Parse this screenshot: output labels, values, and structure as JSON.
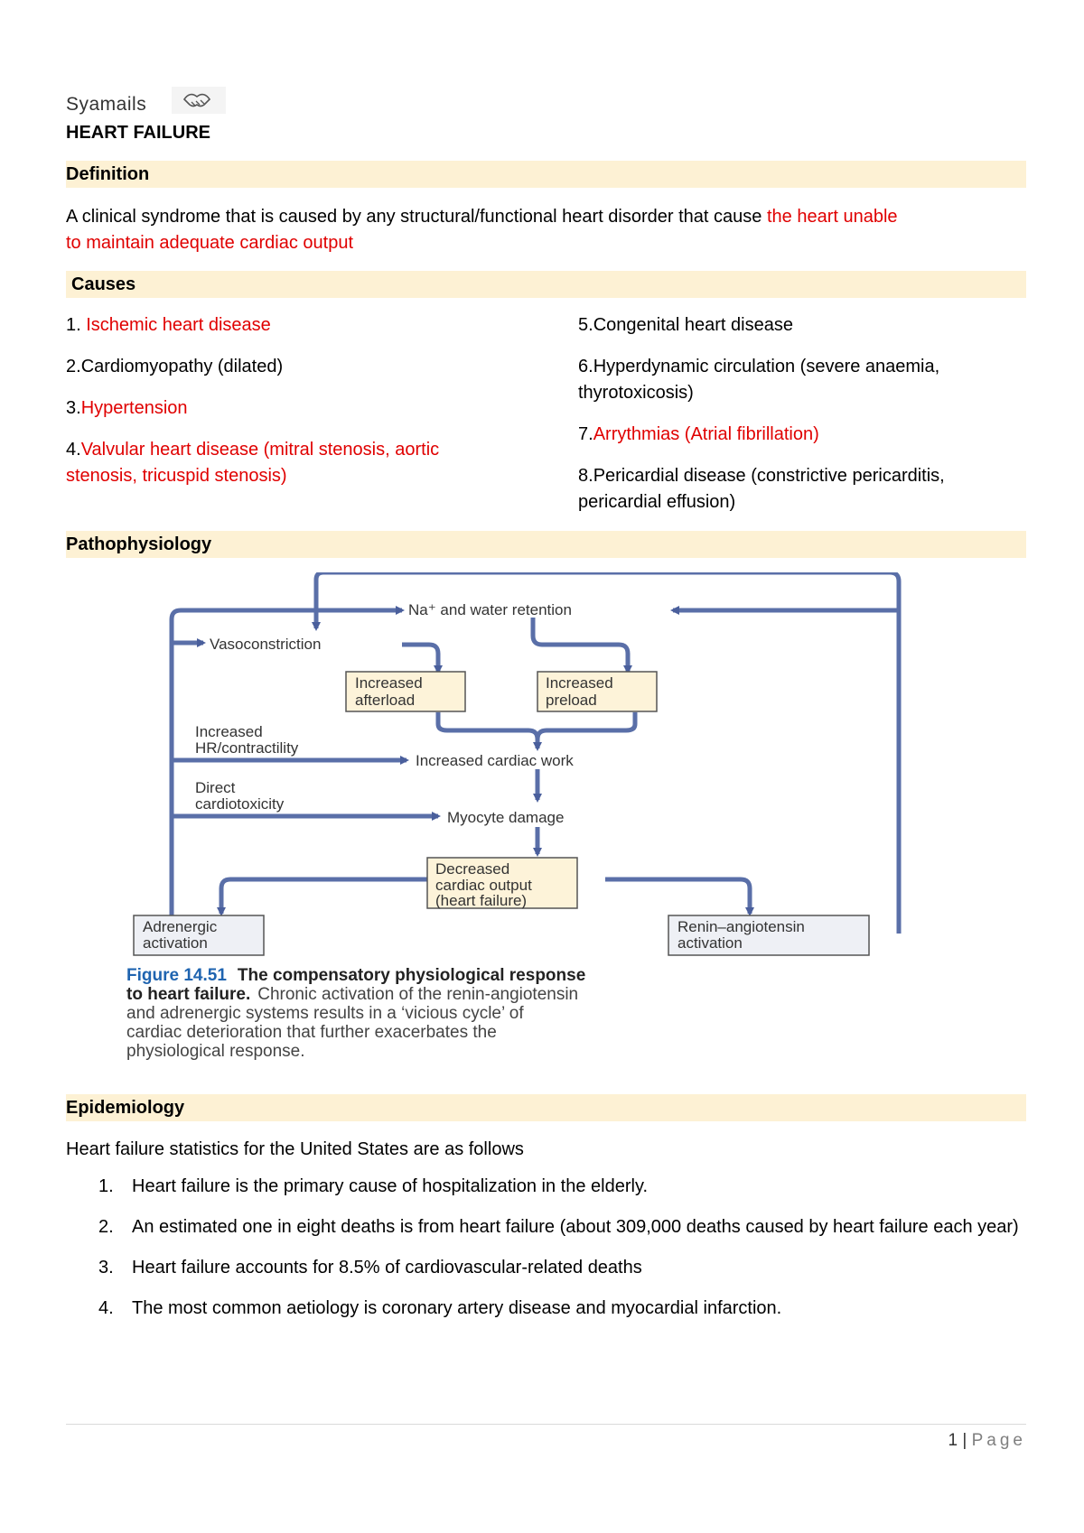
{
  "header": {
    "author": "Syamails",
    "logo_icon": "handshake-logo-icon",
    "title": "HEART FAILURE"
  },
  "definition": {
    "heading": "Definition",
    "text_plain": " A clinical syndrome that is caused by any structural/functional heart disorder that cause ",
    "text_red_1": "the heart unable",
    "text_red_2": "to maintain adequate cardiac output"
  },
  "causes": {
    "heading": "Causes",
    "left": [
      {
        "num": "1. ",
        "text": "Ischemic heart disease",
        "red": true
      },
      {
        "num": "2.",
        "text": "Cardiomyopathy (dilated)",
        "red": false
      },
      {
        "num": "3.",
        "text": "Hypertension",
        "red": true
      },
      {
        "num": "4.",
        "text1": "Valvular heart disease (mitral stenosis, aortic",
        "text2": "stenosis, tricuspid stenosis)",
        "red": true
      }
    ],
    "right": [
      {
        "num": "5.",
        "text": "Congenital heart disease",
        "red": false
      },
      {
        "num": "6.",
        "text1": "Hyperdynamic circulation (severe anaemia,",
        "text2": "thyrotoxicosis)",
        "red": false
      },
      {
        "num": "7.",
        "text": "Arrythmias (Atrial fibrillation)",
        "red": true
      },
      {
        "num": "8.",
        "text1": "Pericardial disease (constrictive pericarditis,",
        "text2": "pericardial effusion)",
        "red": false
      }
    ]
  },
  "pathophysiology": {
    "heading": "Pathophysiology",
    "figure": {
      "na_retention": "Na⁺ and water retention",
      "vasoconstriction": "Vasoconstriction",
      "increased_afterload_1": "Increased",
      "increased_afterload_2": "afterload",
      "increased_preload_1": "Increased",
      "increased_preload_2": "preload",
      "hr_1": "Increased",
      "hr_2": "HR/contractility",
      "cardiac_work": "Increased cardiac work",
      "direct_1": "Direct",
      "direct_2": "cardiotoxicity",
      "myocyte": "Myocyte damage",
      "dco_1": "Decreased",
      "dco_2": "cardiac output",
      "dco_3": "(heart failure)",
      "adrenergic_1": "Adrenergic",
      "adrenergic_2": "activation",
      "renin_1": "Renin–angiotensin",
      "renin_2": "activation",
      "caption_label": "Figure 14.51",
      "caption_bold": "The compensatory physiological response",
      "caption_line2_bold": "to heart failure.",
      "caption_line2_rest": "Chronic activation of the renin-angiotensin",
      "caption_line3": "and adrenergic systems results in a ‘vicious cycle’ of",
      "caption_line4": "cardiac deterioration that further exacerbates the",
      "caption_line5": "physiological response."
    }
  },
  "epidemiology": {
    "heading": "Epidemiology",
    "intro": "Heart failure statistics for the United States are as follows",
    "items": [
      {
        "num": "1.",
        "text": "Heart failure is the primary cause of hospitalization in the elderly."
      },
      {
        "num": "2.",
        "text": "An estimated one in eight deaths is from heart failure (about 309,000 deaths caused by heart failure each year)"
      },
      {
        "num": "3.",
        "text": "Heart failure accounts for 8.5% of cardiovascular-related deaths"
      },
      {
        "num": "4.",
        "text": "The most common aetiology is coronary artery disease and myocardial infarction."
      }
    ]
  },
  "footer": {
    "page_number": "1",
    "separator": " | ",
    "page_label": "Page"
  },
  "colors": {
    "heading_band": "#fdf1d4",
    "emphasis_red": "#e00000",
    "arrow_blue": "#5a6fa8",
    "box_fill": "#fdf3d9",
    "caption_blue": "#1f64b0"
  }
}
